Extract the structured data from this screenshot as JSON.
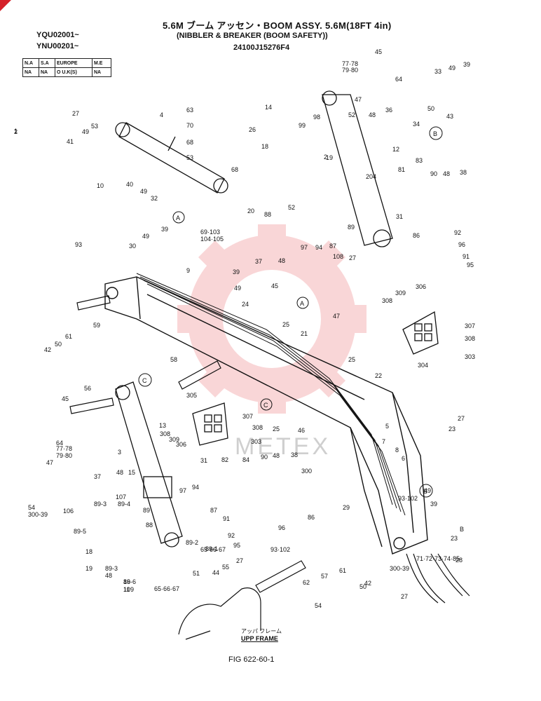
{
  "header": {
    "title": "5.6M ブーム アッセン・BOOM ASSY. 5.6M(18FT 4in)",
    "subtitle": "(NIBBLER & BREAKER (BOOM SAFETY))",
    "part_number": "24100J15276F4"
  },
  "serials": [
    "YQU02001~",
    "YNU00201~"
  ],
  "region_table": {
    "headers": [
      "N.A",
      "S.A",
      "EUROPE",
      "M.E"
    ],
    "values": [
      "NA",
      "NA",
      "O U.K(S)",
      "NA"
    ]
  },
  "frame_label": {
    "jp": "アッパ フレーム",
    "en": "UPP FRAME"
  },
  "figure_no": "FIG 622-60-1",
  "watermark": "METEX",
  "callouts": [
    "A",
    "A",
    "B",
    "B",
    "C",
    "C"
  ],
  "part_labels": [
    "27",
    "53",
    "4",
    "49",
    "41",
    "10",
    "40",
    "49",
    "32",
    "63",
    "70",
    "68",
    "53",
    "68",
    "26",
    "14",
    "98",
    "18",
    "99",
    "2",
    "52",
    "48",
    "36",
    "12",
    "204",
    "81",
    "83",
    "90",
    "48",
    "38",
    "33",
    "49",
    "39",
    "34",
    "50",
    "43",
    "45",
    "77·78",
    "79·80",
    "64",
    "47",
    "20",
    "69·103",
    "104·105",
    "88",
    "52",
    "37",
    "48",
    "89",
    "97",
    "94",
    "87",
    "108",
    "27",
    "31",
    "86",
    "92",
    "96",
    "91",
    "95",
    "93",
    "30",
    "49",
    "39",
    "9",
    "39",
    "49",
    "45",
    "24",
    "25",
    "21",
    "47",
    "22",
    "25",
    "308",
    "309",
    "306",
    "307",
    "308",
    "303",
    "304",
    "42",
    "50",
    "61",
    "59",
    "58",
    "56",
    "45",
    "64",
    "77·78",
    "79·80",
    "47",
    "305",
    "307",
    "308",
    "303",
    "308",
    "309",
    "306",
    "25",
    "46",
    "5",
    "7",
    "8",
    "6",
    "23",
    "27",
    "300",
    "13",
    "3",
    "48",
    "107",
    "37",
    "89-3",
    "89-4",
    "15",
    "31",
    "82",
    "84",
    "90",
    "48",
    "38",
    "97",
    "94",
    "87",
    "89",
    "88",
    "91",
    "92",
    "95",
    "96",
    "86",
    "29",
    "49",
    "39",
    "B",
    "23",
    "54",
    "300-39",
    "106",
    "89-5",
    "89-2",
    "89-1",
    "18",
    "19",
    "89-3",
    "48",
    "89-6",
    "109",
    "65·66·67",
    "93·102",
    "27",
    "55",
    "44",
    "51",
    "62",
    "57",
    "61",
    "50",
    "42",
    "54",
    "300-39",
    "71·72·73·74·85",
    "28",
    "27",
    "16",
    "11",
    "65·66·67",
    "93·102",
    "19",
    "1",
    "2"
  ]
}
